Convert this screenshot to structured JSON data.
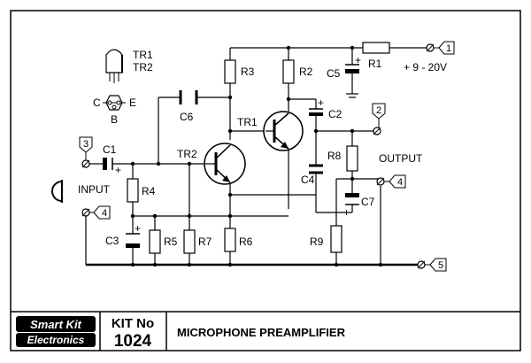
{
  "components": {
    "tr1": "TR1",
    "tr2": "TR2",
    "r1": "R1",
    "r2": "R2",
    "r3": "R3",
    "r4": "R4",
    "r5": "R5",
    "r6": "R6",
    "r7": "R7",
    "r8": "R8",
    "r9": "R9",
    "c1": "C1",
    "c2": "C2",
    "c3": "C3",
    "c4": "C4",
    "c5": "C5",
    "c6": "C6",
    "c7": "C7"
  },
  "pinout": {
    "tr1": "TR1",
    "tr2": "TR2",
    "collector": "C",
    "base": "B",
    "emitter": "E"
  },
  "terminals": {
    "t1": "1",
    "t2": "2",
    "t3": "3",
    "t4a": "4",
    "t4b": "4",
    "t5": "5"
  },
  "signals": {
    "supply": "+ 9 - 20V",
    "input": "INPUT",
    "output": "OUTPUT",
    "plus": "+"
  },
  "footer": {
    "brand_line1": "Smart Kit",
    "brand_line2": "Electronics",
    "kit_label": "KIT No",
    "kit_number": "1024",
    "title": "MICROPHONE PREAMPLIFIER"
  }
}
